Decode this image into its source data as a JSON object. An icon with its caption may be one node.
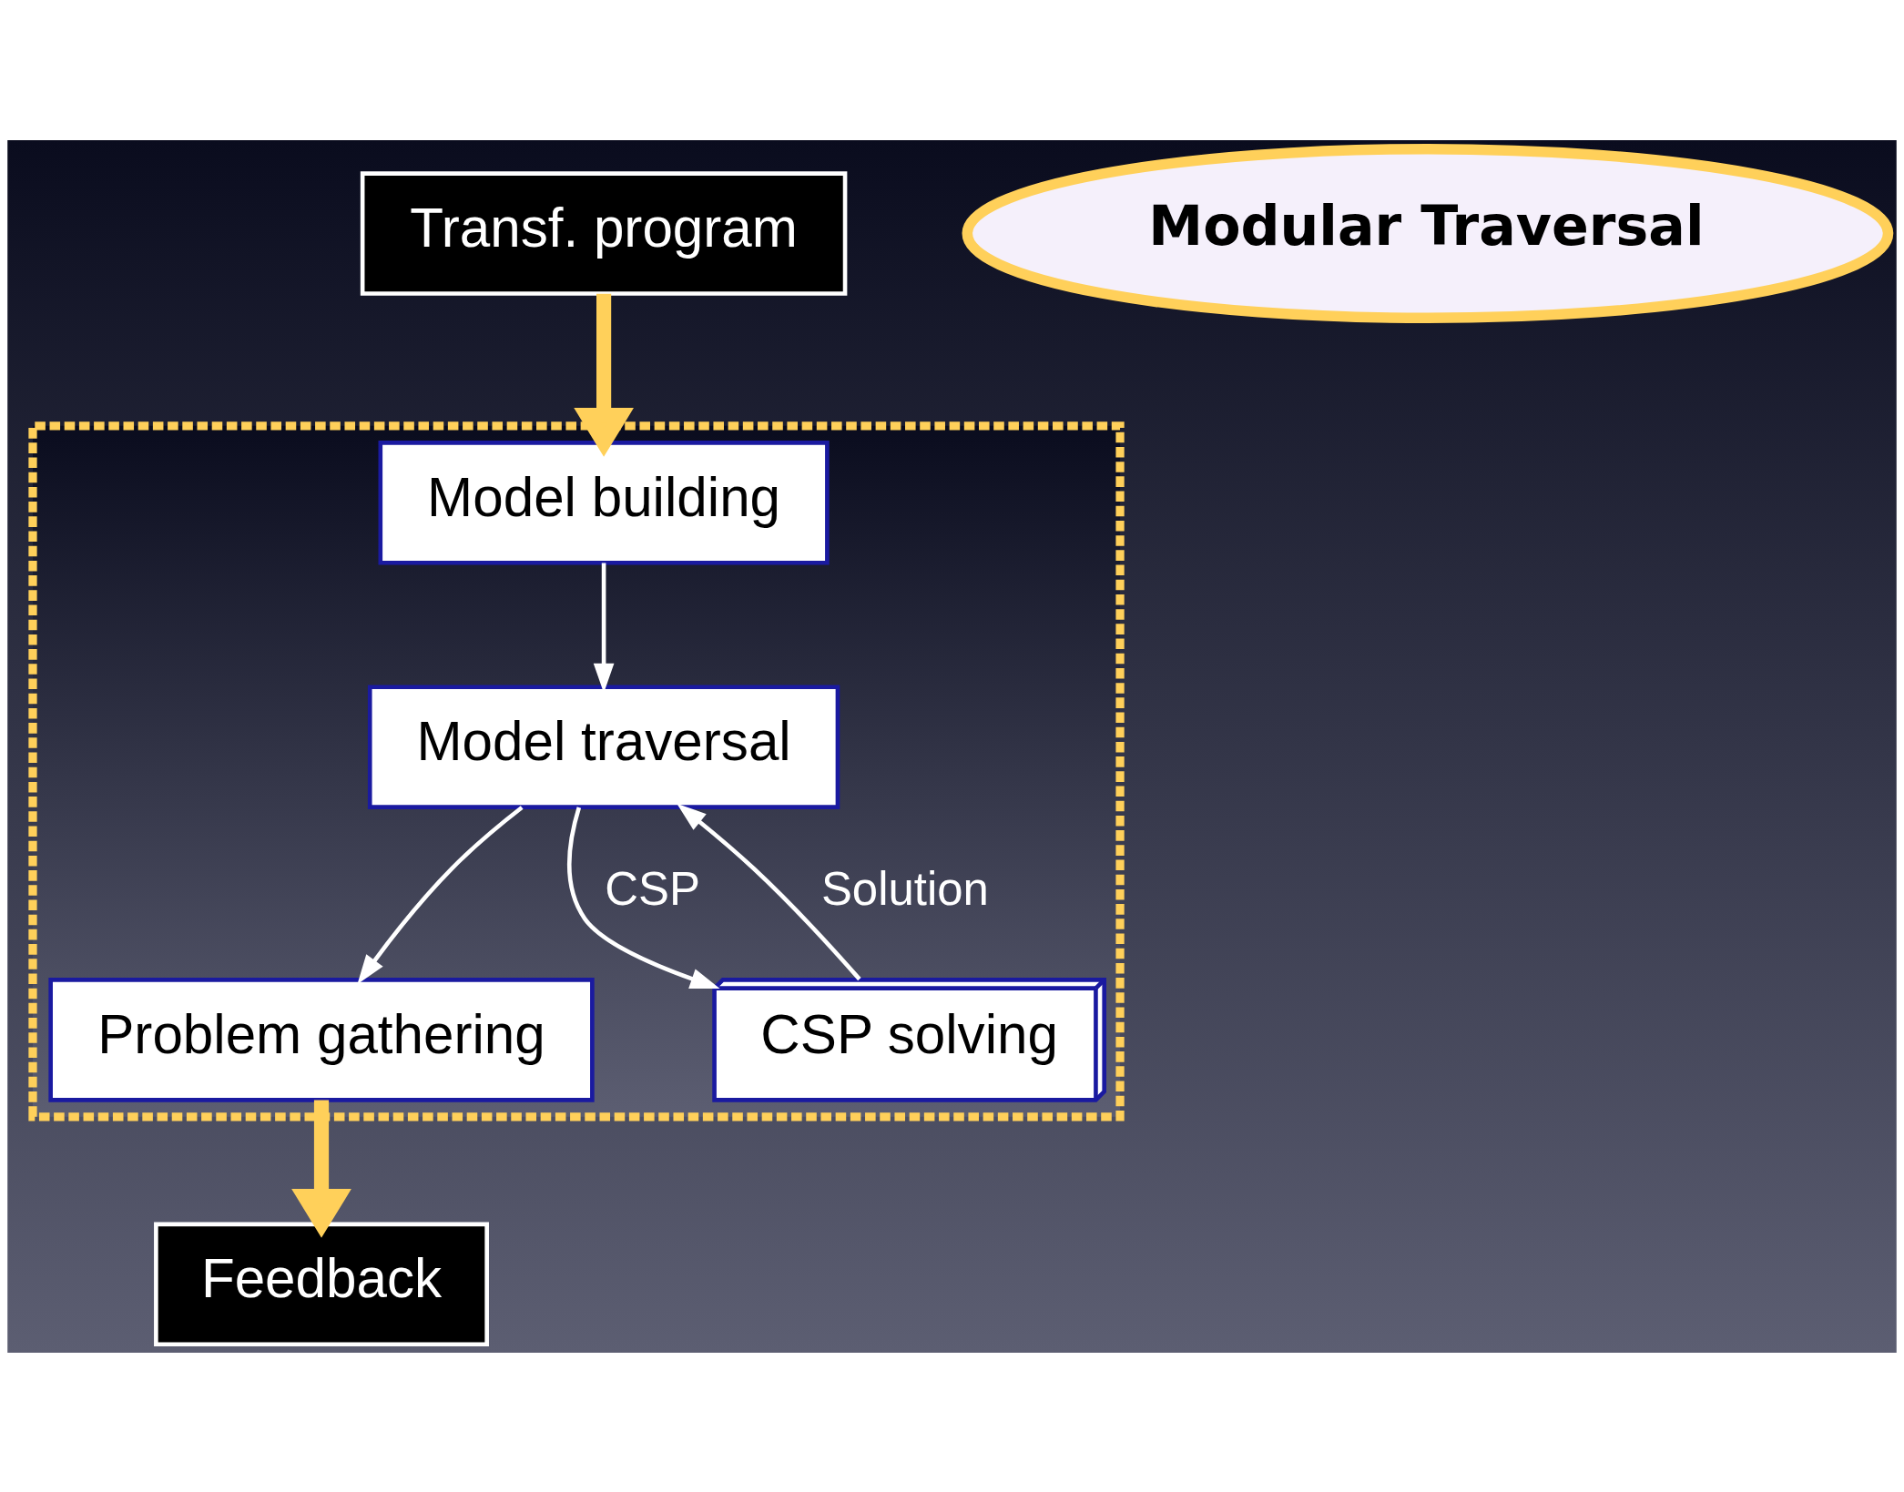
{
  "diagram": {
    "nodes": [
      {
        "text": [
          "Transf. program"
        ]
      },
      {
        "text": [
          "Feedback"
        ]
      },
      {
        "text": [],
        "shape": "box"
      },
      {
        "text": [
          "Model building"
        ],
        "in": 2
      },
      {
        "text": [
          "Modular Traversal"
        ]
      },
      {
        "text": [
          "Model traversal"
        ],
        "in": 2
      },
      {
        "text": [
          "Problem gathering"
        ],
        "in": 2
      },
      {
        "text": [
          "CSP solving"
        ],
        "in": 2
      }
    ],
    "edges": [
      {
        "from": 0,
        "to": 3,
        "arrow": "to",
        "style": "thick",
        "color": "#ffd05a"
      },
      {
        "from": 3,
        "to": 5,
        "arrow": "to"
      },
      {
        "from": 5,
        "to": 6,
        "arrow": "to"
      },
      {
        "from": 5,
        "to": 7,
        "arrow": "to",
        "label": "CSP"
      },
      {
        "from": 7,
        "to": 5,
        "arrow": "to",
        "label": "Solution"
      },
      {
        "from": 6,
        "to": 1,
        "arrow": "to",
        "style": "thick",
        "color": "#ffd05a"
      }
    ]
  }
}
